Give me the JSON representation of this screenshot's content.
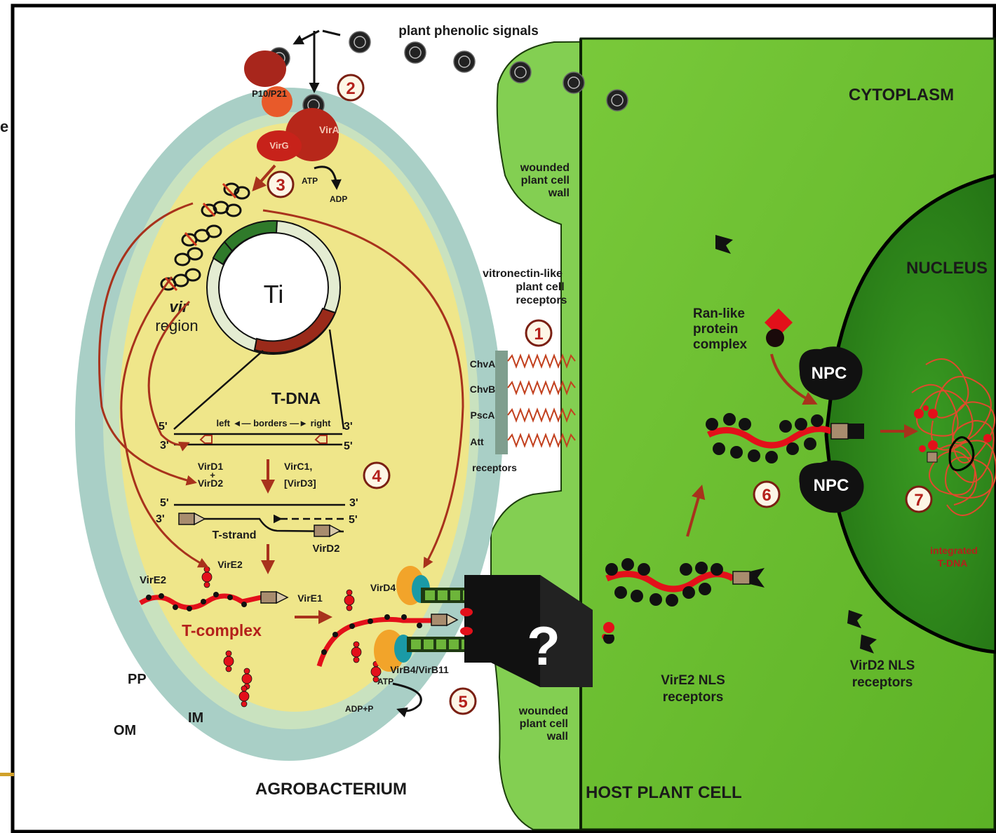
{
  "labels": {
    "signals": "plant phenolic signals",
    "p10p21": "P10/P21",
    "vira": "VirA",
    "virg": "VirG",
    "atp": "ATP",
    "adp": "ADP",
    "wounded_top_1": "wounded",
    "wounded_top_2": "plant cell",
    "wounded_top_3": "wall",
    "cytoplasm": "CYTOPLASM",
    "nucleus": "NUCLEUS",
    "ti": "Ti",
    "vir_1": "vir",
    "vir_2": "region",
    "tdna": "T-DNA",
    "borders": "left ◄— borders —► right",
    "five_prime": "5'",
    "three_prime": "3'",
    "vird1": "VirD1",
    "plus": "+",
    "vird2": "VirD2",
    "virc1_1": "VirC1,",
    "virc1_2": "[VirD3]",
    "tstrand": "T-strand",
    "vird2b": "VirD2",
    "vire2a": "VirE2",
    "vire2b": "VirE2",
    "tcomplex": "T-complex",
    "vire1": "VirE1",
    "vird4": "VirD4",
    "virb4": "VirB4/VirB11",
    "atp2": "ATP",
    "adppi": "ADP+P",
    "pp": "PP",
    "im": "IM",
    "om": "OM",
    "agro": "AGROBACTERIUM",
    "host": "HOST PLANT CELL",
    "vitro_1": "vitronectin-like",
    "vitro_2": "plant cell",
    "vitro_3": "receptors",
    "chva": "ChvA",
    "chvb": "ChvB",
    "psca": "PscA",
    "att": "Att",
    "receptors": "receptors",
    "question": "?",
    "ran_1": "Ran-like",
    "ran_2": "protein",
    "ran_3": "complex",
    "npc1": "NPC",
    "npc2": "NPC",
    "integ_1": "integrated",
    "integ_2": "T-DNA",
    "vire2nls_1": "VirE2 NLS",
    "vire2nls_2": "receptors",
    "vird2nls_1": "VirD2 NLS",
    "vird2nls_2": "receptors",
    "wounded_bot_1": "wounded",
    "wounded_bot_2": "plant cell",
    "wounded_bot_3": "wall",
    "edge_e": "e"
  },
  "steps": [
    "1",
    "2",
    "3",
    "4",
    "5",
    "6",
    "7"
  ],
  "colors": {
    "plant": "#6cc02e",
    "plant_dark": "#4f9a1f",
    "nucleus": "#2e8a1a",
    "om": "#a9cfc6",
    "cytoplasm_bact": "#efe68a",
    "arrow": "#a8321c",
    "protein": "#e3101a"
  }
}
